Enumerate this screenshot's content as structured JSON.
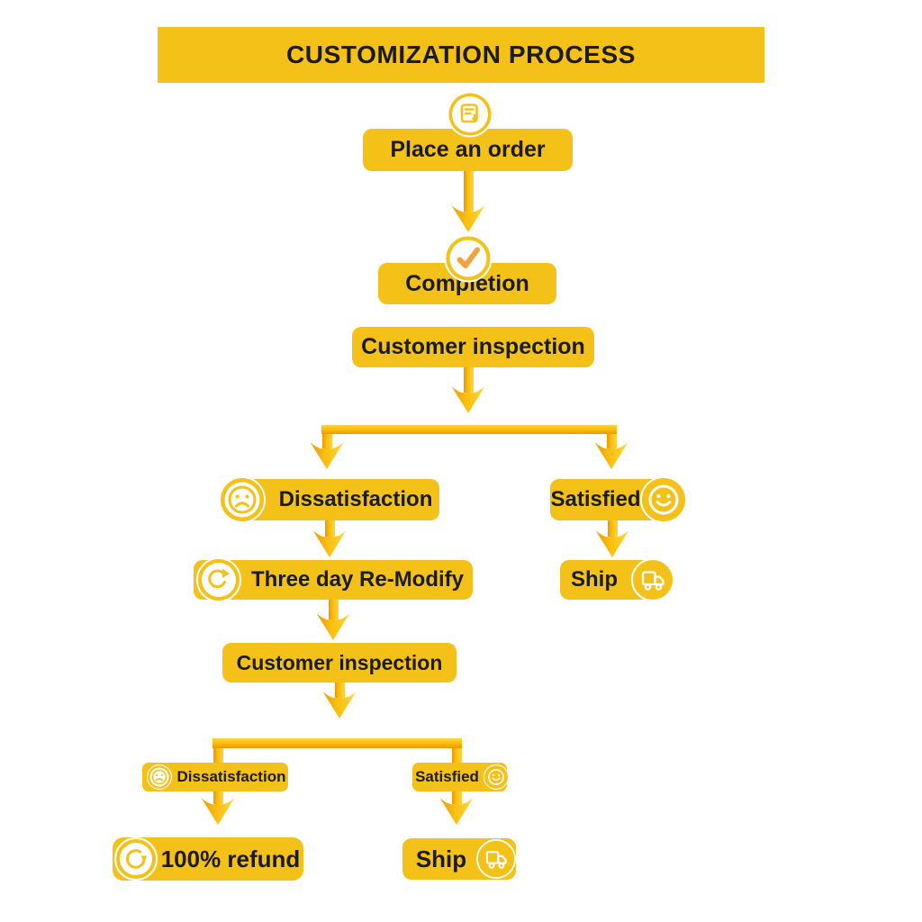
{
  "header": {
    "title": "CUSTOMIZATION PROCESS"
  },
  "colors": {
    "gold": "#F3C117",
    "arrow_dark": "#E99A04",
    "arrow_mid": "#FBBF10",
    "arrow_light": "#FFD535",
    "check_orange": "#F2A43C",
    "text_dark": "#1B1B1B",
    "white": "#FFFFFF"
  },
  "nodes": {
    "place_order": {
      "label": "Place an order",
      "icon": "order-form-icon"
    },
    "completion": {
      "label": "Completion",
      "icon": "check-icon"
    },
    "customer_inspection_1": {
      "label": "Customer inspection"
    },
    "dissatisfaction_1": {
      "label": "Dissatisfaction",
      "icon": "sad-face-icon"
    },
    "satisfied_1": {
      "label": "Satisfied",
      "icon": "smiley-face-icon"
    },
    "three_day_remodify": {
      "label": "Three day Re-Modify",
      "icon": "redo-arrow-icon"
    },
    "ship_1": {
      "label": "Ship",
      "icon": "truck-icon"
    },
    "customer_inspection_2": {
      "label": "Customer inspection"
    },
    "dissatisfaction_2": {
      "label": "Dissatisfaction",
      "icon": "sad-face-icon"
    },
    "satisfied_2": {
      "label": "Satisfied",
      "icon": "smiley-face-icon"
    },
    "refund": {
      "label": "100% refund",
      "icon": "circular-arrow-icon"
    },
    "ship_2": {
      "label": "Ship",
      "icon": "truck-icon"
    }
  },
  "edges": [
    {
      "from": "place_order",
      "to": "completion"
    },
    {
      "from": "customer_inspection_1",
      "to": "dissatisfaction_1"
    },
    {
      "from": "customer_inspection_1",
      "to": "satisfied_1"
    },
    {
      "from": "dissatisfaction_1",
      "to": "three_day_remodify"
    },
    {
      "from": "satisfied_1",
      "to": "ship_1"
    },
    {
      "from": "three_day_remodify",
      "to": "customer_inspection_2"
    },
    {
      "from": "customer_inspection_2",
      "to": "dissatisfaction_2"
    },
    {
      "from": "customer_inspection_2",
      "to": "satisfied_2"
    },
    {
      "from": "dissatisfaction_2",
      "to": "refund"
    },
    {
      "from": "satisfied_2",
      "to": "ship_2"
    }
  ]
}
